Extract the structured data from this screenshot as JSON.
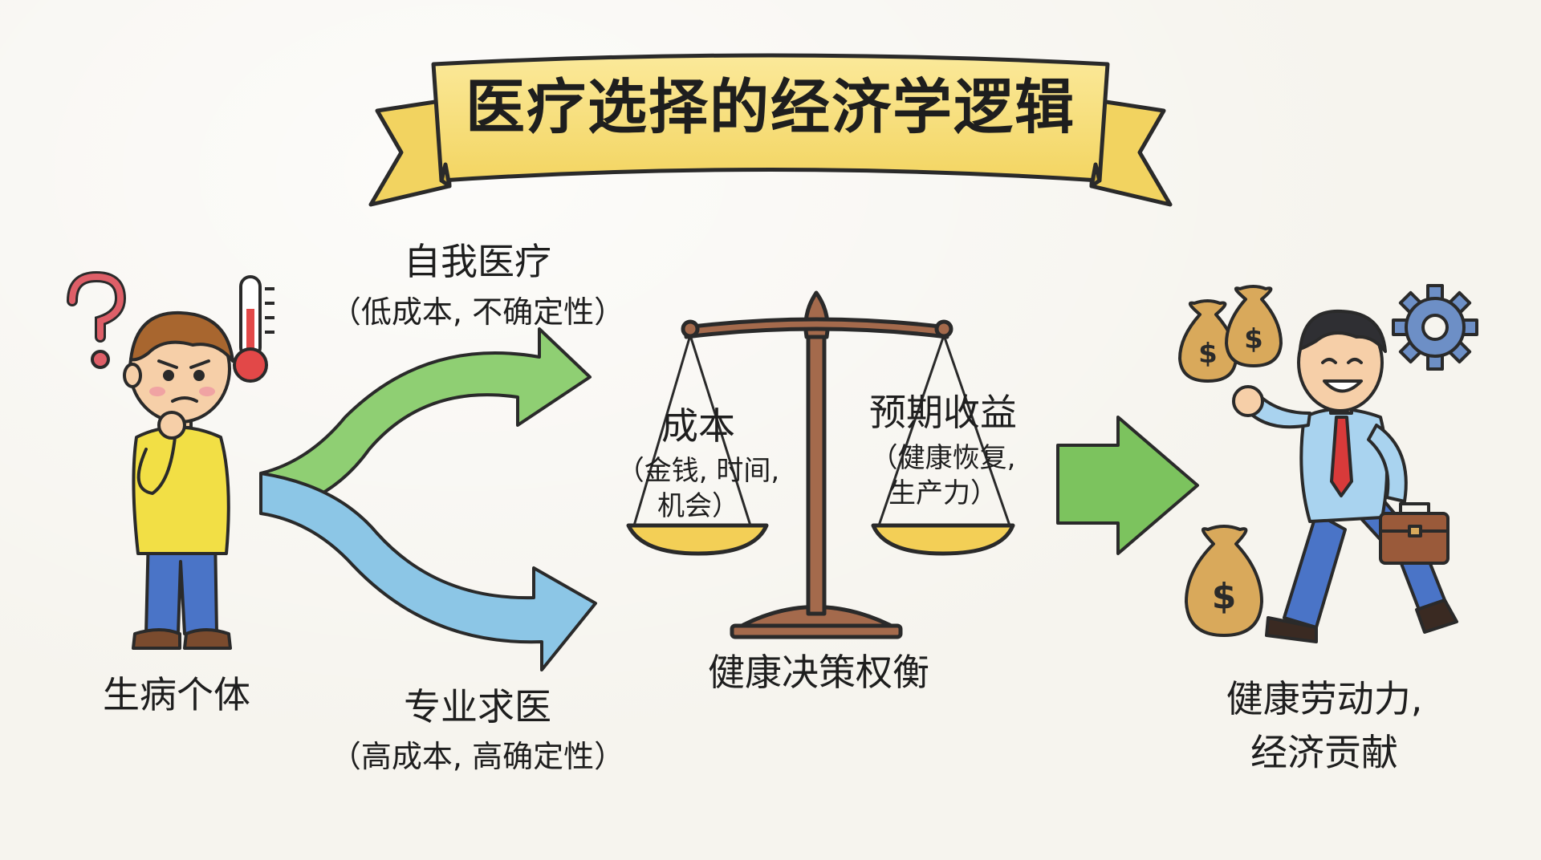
{
  "title": "医疗选择的经济学逻辑",
  "individual": {
    "label": "生病个体"
  },
  "paths": {
    "self_care": {
      "label": "自我医疗",
      "detail": "（低成本, 不确定性）"
    },
    "professional": {
      "label": "专业求医",
      "detail": "（高成本, 高确定性）"
    }
  },
  "balance": {
    "left_label": "成本",
    "left_detail_line1": "（金钱, 时间,",
    "left_detail_line2": "机会）",
    "right_label": "预期收益",
    "right_detail_line1": "（健康恢复,",
    "right_detail_line2": "生产力）",
    "caption": "健康决策权衡"
  },
  "outcome": {
    "label_line1": "健康劳动力,",
    "label_line2": "经济贡献",
    "coin_symbol": "$"
  },
  "colors": {
    "banner": "#f7df78",
    "upper_arrow": "#8fcf73",
    "lower_arrow": "#8cc6e6",
    "result_arrow": "#7cc35e",
    "scale": "#a46a4c",
    "pan_fill": "#f3cf56",
    "shirt": "#f2df45",
    "jeans": "#4a74c7",
    "tie": "#d83a3a",
    "money_bag": "#d9a95b",
    "gear": "#6d8fc6",
    "question_mark": "#de5f68",
    "thermometer": "#e24848"
  },
  "icons": [
    "question-mark-icon",
    "thermometer-icon",
    "money-bag-icon",
    "gear-icon",
    "briefcase-icon",
    "balance-scale-icon"
  ]
}
